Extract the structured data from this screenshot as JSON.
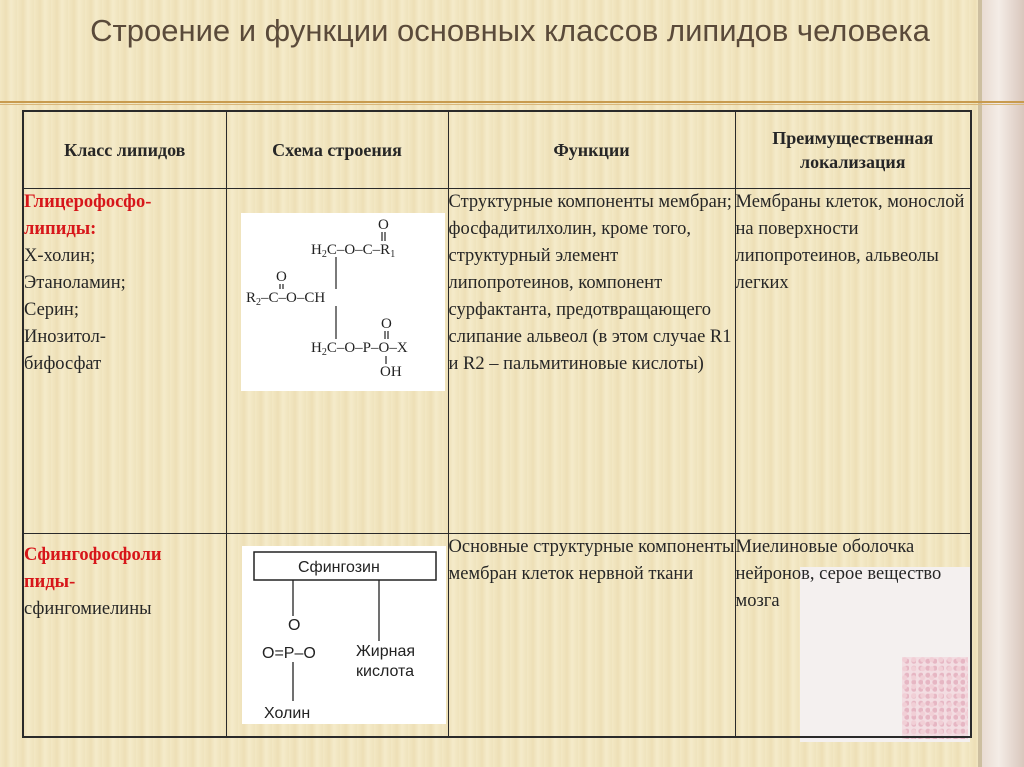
{
  "title": "Строение и функции основных классов липидов человека",
  "headers": [
    "Класс липидов",
    "Схема строения",
    "Функции",
    "Преимущественная локализация"
  ],
  "rows": [
    {
      "class_title": "Глицерофосфо-липиды:",
      "class_items": [
        "Х-холин;",
        "Этаноламин;",
        "Серин;",
        "Инозитол-бифосфат"
      ],
      "scheme": {
        "labels": [
          "O",
          "H2C–O–C–R1",
          "O",
          "R2–C–O–CH",
          "O",
          "H2C–O–P–O–X",
          "OH"
        ]
      },
      "functions": "Структурные компоненты мембран; фосфадитилхолин, кроме того, структурный элемент липопротеинов, компонент сурфактанта, предотвращающего слипание альвеол (в этом случае R1 и R2 – пальмитиновые кислоты)",
      "localization": "Мембраны клеток, монослой на поверхности липопротеинов, альвеолы легких"
    },
    {
      "class_title": "Сфингофосфоли пиды-",
      "class_items": [
        "сфингомиелины"
      ],
      "scheme": {
        "top_label": "Сфингозин",
        "phosphate": "O=P–O",
        "oxygen_top": "O",
        "fatty_acid_1": "Жирная",
        "fatty_acid_2": "кислота",
        "choline": "Холин"
      },
      "functions": "Основные структурные компоненты мембран клеток нервной ткани",
      "localization": "Миелиновые оболочка нейронов, серое вещество мозга"
    }
  ]
}
